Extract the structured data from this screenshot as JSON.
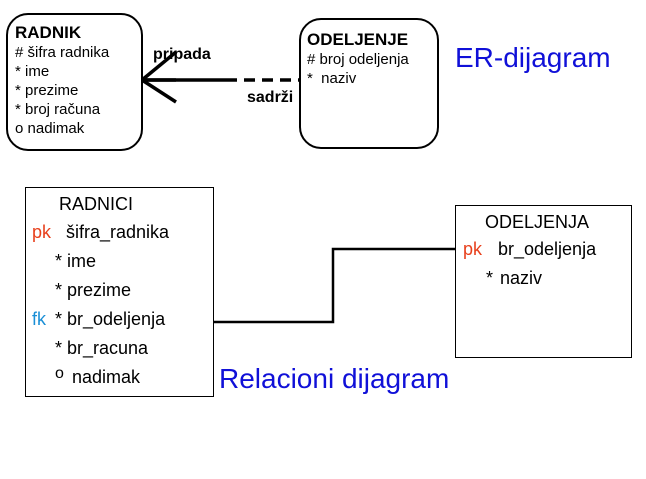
{
  "er": {
    "left_entity": {
      "name": "RADNIK",
      "attributes": [
        "# šifra radnika",
        "* ime",
        "* prezime",
        "* broj računa",
        "o nadimak"
      ]
    },
    "right_entity": {
      "name": "ODELJENJE",
      "attributes": [
        "# broj odeljenja",
        "*  naziv"
      ]
    },
    "relationship_left_label": "pripada",
    "relationship_right_label": "sadrži",
    "caption": "ER-dijagram"
  },
  "relational": {
    "left_table": {
      "name": "RADNICI",
      "rows": [
        {
          "key": "pk",
          "marker": "",
          "text": "šifra_radnika"
        },
        {
          "key": "",
          "marker": "*",
          "text": "ime"
        },
        {
          "key": "",
          "marker": "*",
          "text": "prezime"
        },
        {
          "key": "fk",
          "marker": "*",
          "text": "br_odeljenja"
        },
        {
          "key": "",
          "marker": "*",
          "text": "br_racuna"
        },
        {
          "key": "",
          "marker": "o",
          "text": "nadimak"
        }
      ]
    },
    "right_table": {
      "name": "ODELJENJA",
      "rows": [
        {
          "key": "pk",
          "marker": "",
          "text": "br_odeljenja"
        },
        {
          "key": "",
          "marker": "*",
          "text": "naziv"
        }
      ]
    },
    "caption": "Relacioni dijagram"
  },
  "colors": {
    "pk": "#e8401c",
    "fk": "#1a8fd6",
    "caption": "#1010d8"
  }
}
